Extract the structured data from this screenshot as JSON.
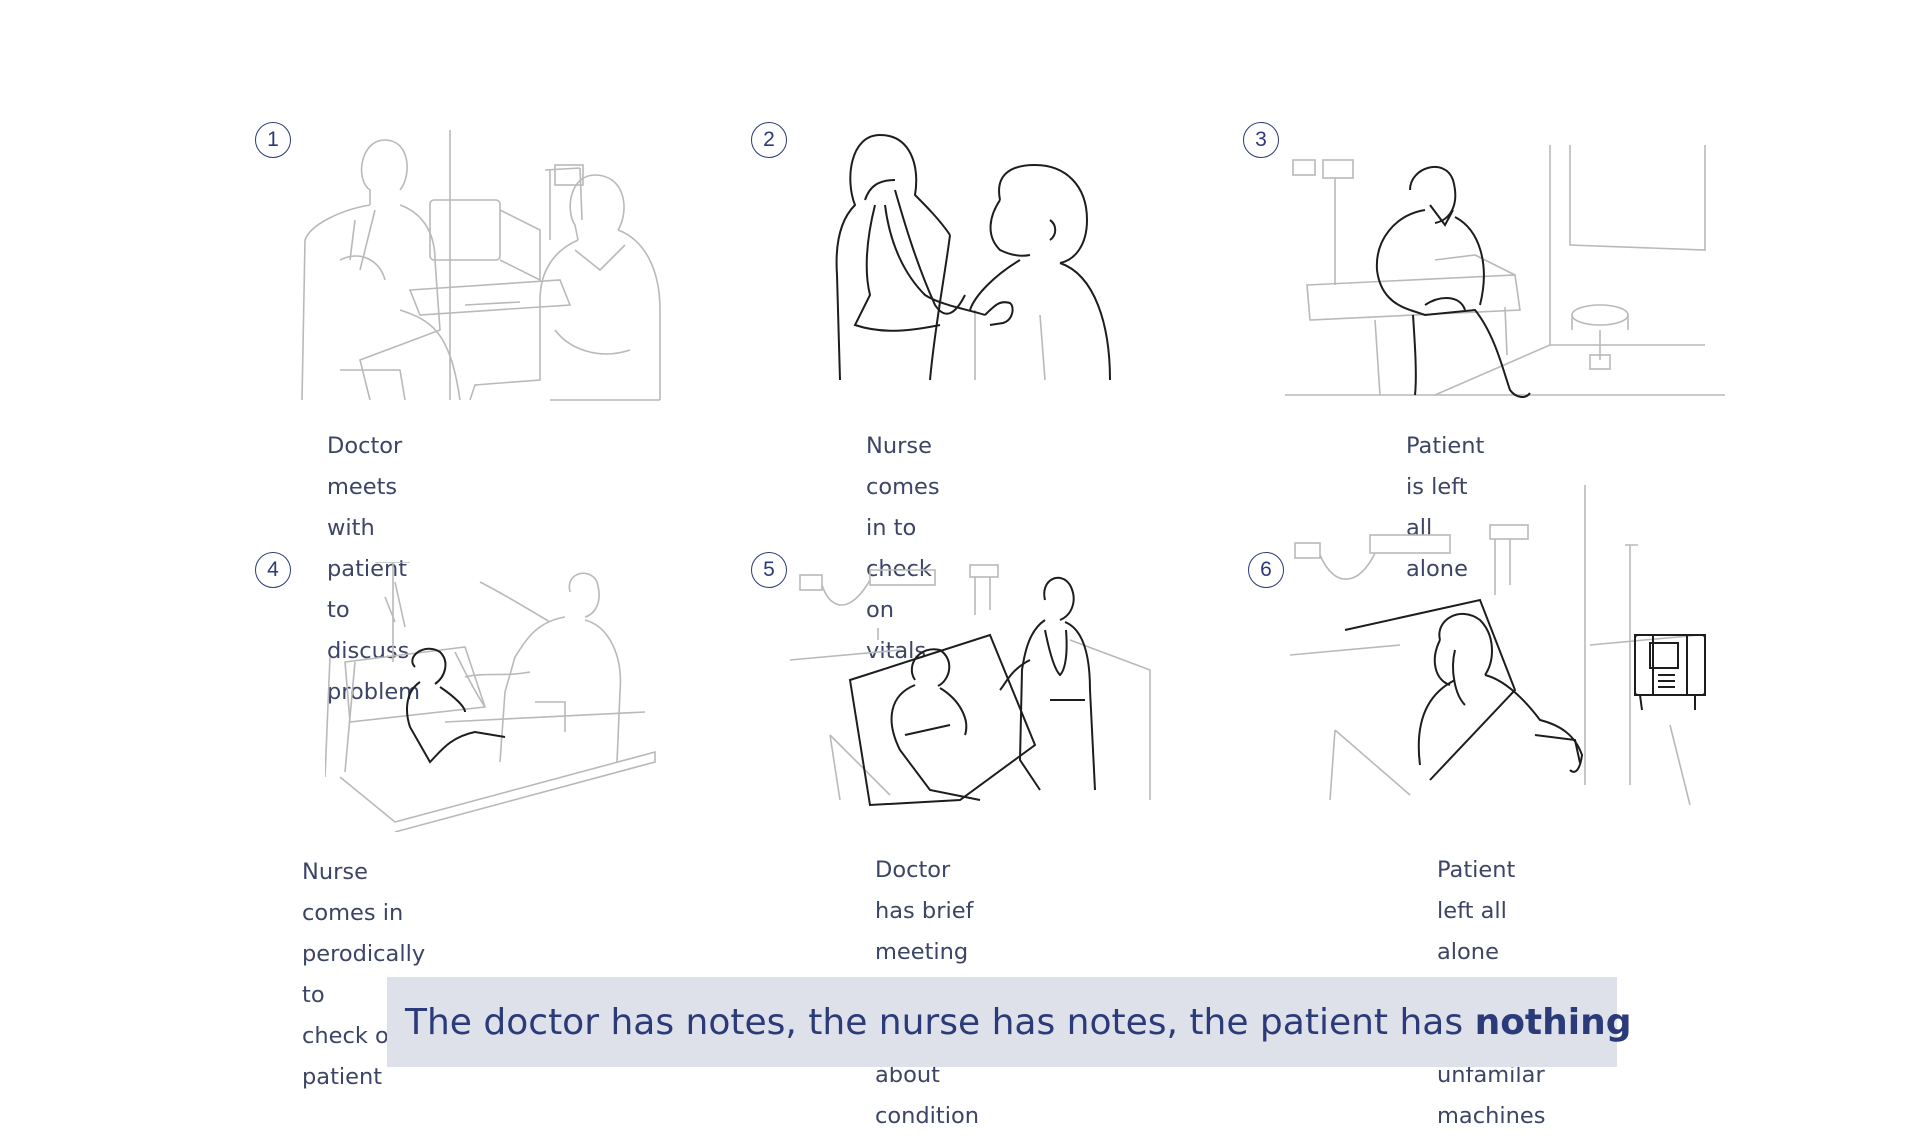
{
  "steps": [
    {
      "number": "1",
      "caption": "Doctor meets with patient to\ndiscuss problem",
      "illustration": "doctor-patient-desk"
    },
    {
      "number": "2",
      "caption": "Nurse comes in to\ncheck on vitals",
      "illustration": "nurse-stethoscope"
    },
    {
      "number": "3",
      "caption": "Patient is left all alone",
      "illustration": "patient-exam-table"
    },
    {
      "number": "4",
      "caption": "Nurse comes in perodically to\ncheck on patient",
      "illustration": "nurse-iv-bed"
    },
    {
      "number": "5",
      "caption": "Doctor has brief meeting with\npatients about condition",
      "illustration": "doctor-bedside"
    },
    {
      "number": "6",
      "caption": "Patient left all alone again, with\nunfamilar machines",
      "illustration": "patient-machines"
    }
  ],
  "banner": {
    "text": "The doctor has notes, the nurse has notes, the patient has ",
    "emphasis": "nothing"
  },
  "colors": {
    "accent": "#2b3a78",
    "caption_text": "#3d4566",
    "banner_bg": "#dfe1ea",
    "line_dark": "#1d1d1d",
    "line_light": "#b9b9b9"
  }
}
